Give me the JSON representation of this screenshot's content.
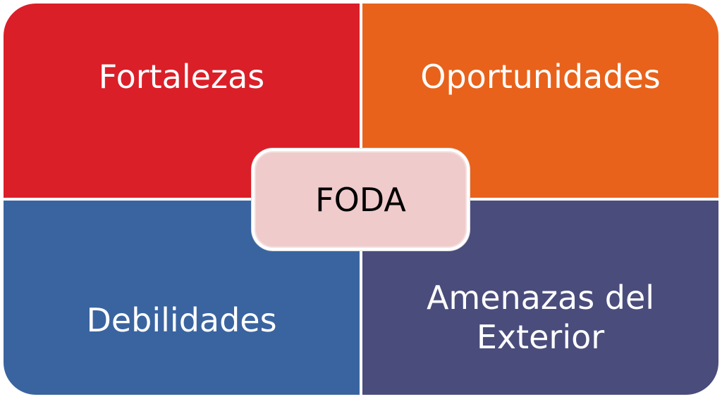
{
  "diagram": {
    "center": {
      "label": "FODA",
      "color": "#f0cbcc"
    },
    "quadrants": [
      {
        "label": "Fortalezas",
        "color": "#da1f28"
      },
      {
        "label": "Oportunidades",
        "color": "#e8621b"
      },
      {
        "label": "Debilidades",
        "color": "#3a64a0"
      },
      {
        "label": "Amenazas del Exterior",
        "color": "#4a4c7c"
      }
    ]
  }
}
